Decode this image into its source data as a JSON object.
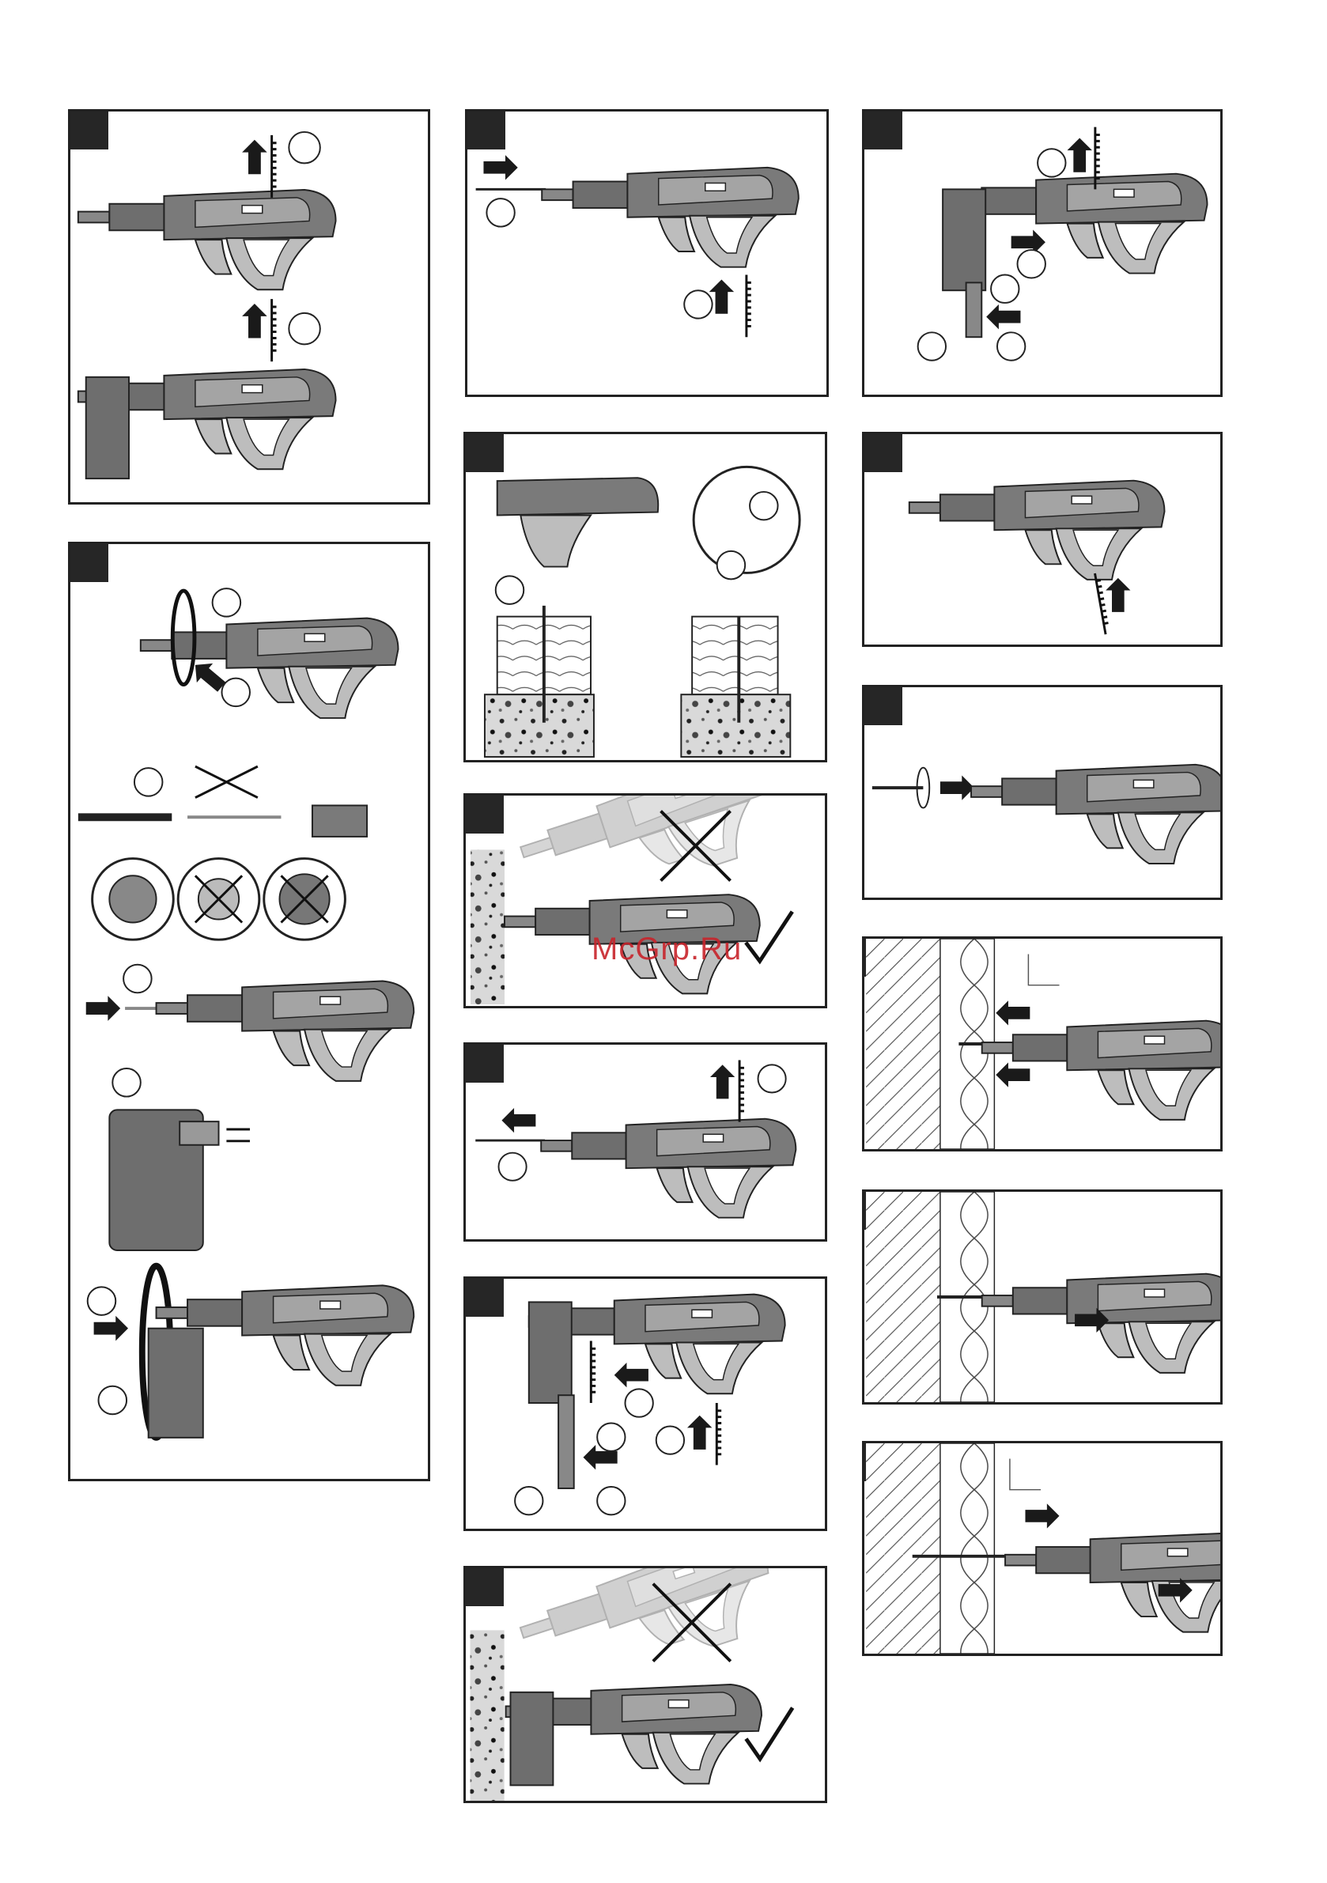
{
  "document": {
    "watermark": "McGrp.Ru",
    "panels": [
      {
        "id": "p1"
      },
      {
        "id": "p2"
      },
      {
        "id": "p3"
      },
      {
        "id": "p4"
      },
      {
        "id": "p5"
      },
      {
        "id": "p6"
      },
      {
        "id": "p7"
      },
      {
        "id": "p8"
      },
      {
        "id": "p9"
      },
      {
        "id": "p10"
      },
      {
        "id": "p11"
      },
      {
        "id": "p12"
      },
      {
        "id": "p13"
      },
      {
        "id": "p14"
      }
    ]
  },
  "colors": {
    "tool_dark": "#6e6e6e",
    "tool_light": "#bdbdbd",
    "frame": "#222222",
    "watermark": "#c8242b"
  }
}
